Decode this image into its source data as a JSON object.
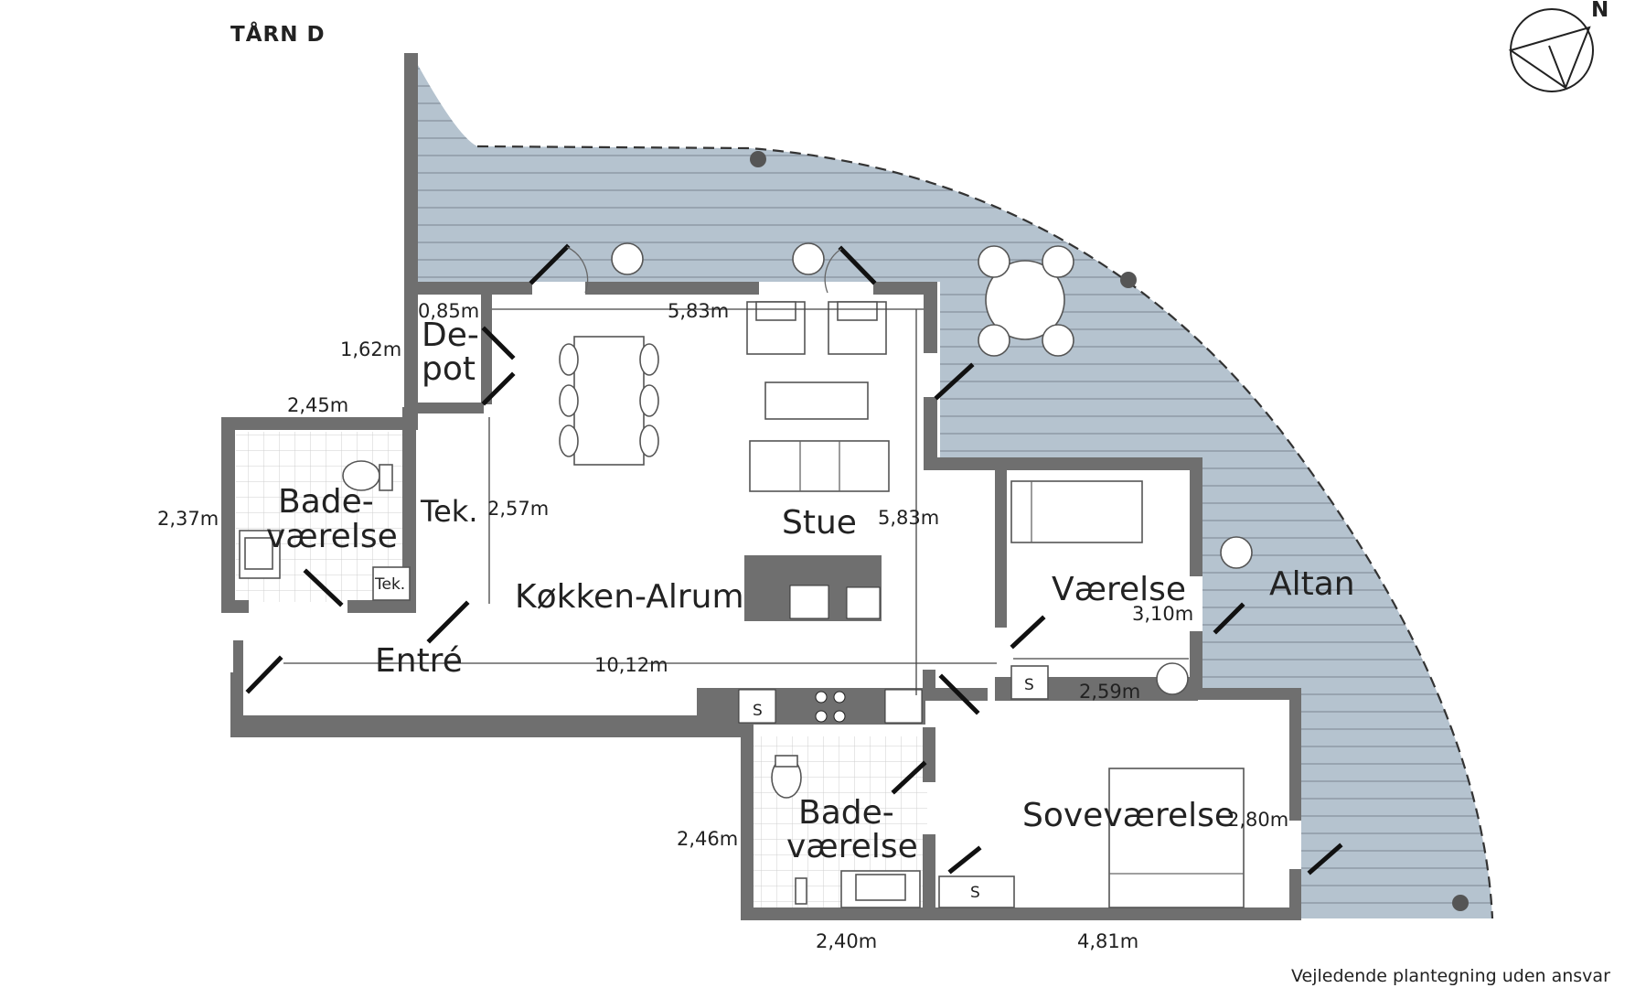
{
  "header": {
    "tower_label": "TÅRN D",
    "north_label": "N"
  },
  "rooms": {
    "depot": [
      "De-",
      "pot"
    ],
    "bath_top": [
      "Bade-",
      "værelse"
    ],
    "tek": "Tek.",
    "tek_small": "Tek.",
    "stue": "Stue",
    "kitchen": "Køkken-Alrum",
    "entre": "Entré",
    "vaerelse": "Værelse",
    "altan": "Altan",
    "bath_bottom": [
      "Bade-",
      "værelse"
    ],
    "bedroom": "Soveværelse"
  },
  "dimensions": {
    "d1": "0,85m",
    "d2": "5,83m",
    "d3": "1,62m",
    "d4": "2,45m",
    "d5": "2,37m",
    "d6": "2,57m",
    "d7": "5,83m",
    "d8": "10,12m",
    "d9": "3,10m",
    "d10": "2,59m",
    "d11": "2,46m",
    "d12": "2,80m",
    "d13": "2,40m",
    "d14": "4,81m"
  },
  "fixtures": {
    "sink_label": "S"
  },
  "footer": {
    "disclaimer": "Vejledende plantegning uden ansvar"
  },
  "colors": {
    "balcony": "#b5c3cf",
    "wall": "#6f6f6f",
    "deck_line": "#8e9aa6"
  }
}
